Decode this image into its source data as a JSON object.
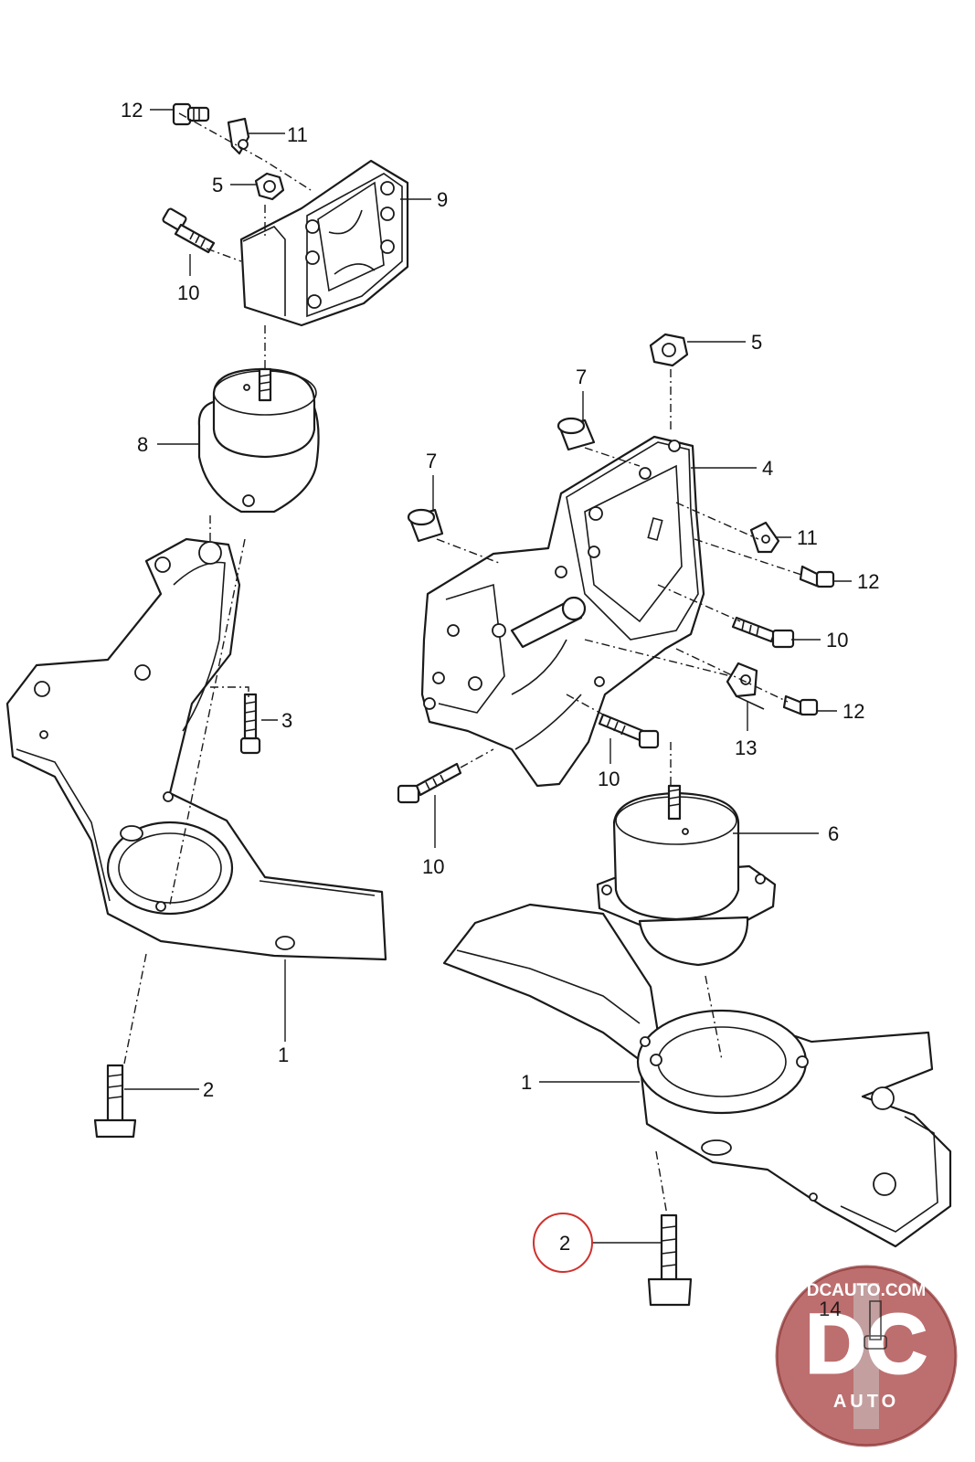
{
  "callouts": {
    "c12a": "12",
    "c11a": "11",
    "c5a": "5",
    "c9": "9",
    "c10a": "10",
    "c8": "8",
    "c3": "3",
    "c1a": "1",
    "c2a": "2",
    "c5b": "5",
    "c7a": "7",
    "c7b": "7",
    "c4": "4",
    "c11b": "11",
    "c12b": "12",
    "c10b": "10",
    "c12c": "12",
    "c13": "13",
    "c10c": "10",
    "c10d": "10",
    "c6": "6",
    "c1b": "1",
    "c2b": "2",
    "c14": "14"
  },
  "watermark": {
    "site": "DCAUTO.COM",
    "letters": "DC",
    "word": "AUTO"
  },
  "highlight_color": "#d0312d",
  "line_color": "#1a1a1a"
}
